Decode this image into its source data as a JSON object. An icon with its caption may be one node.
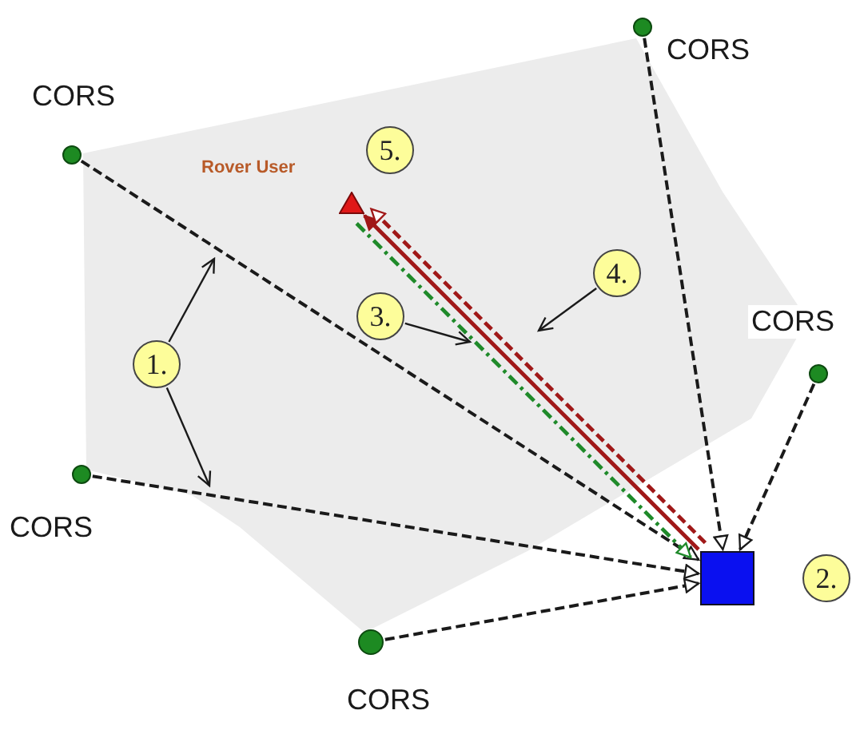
{
  "diagram": {
    "nodes": [
      {
        "text": [],
        "shape": "circle",
        "beside": [
          "CORS"
        ]
      },
      {
        "text": [],
        "shape": "circle",
        "beside": [
          "CORS"
        ]
      },
      {
        "text": [],
        "shape": "circle",
        "beside": [
          "CORS"
        ]
      },
      {
        "text": [],
        "shape": "circle",
        "beside": [
          "CORS"
        ]
      },
      {
        "text": [],
        "shape": "circle",
        "beside": [
          "CORS"
        ]
      },
      {
        "text": [],
        "shape": "box"
      },
      {
        "text": [],
        "shape": "triangle",
        "beside": [
          "Rover User"
        ]
      },
      {
        "text": [
          "1."
        ]
      },
      {
        "text": [
          "3."
        ]
      },
      {
        "text": [
          "4."
        ]
      },
      {
        "text": [
          "2."
        ]
      },
      {
        "text": [
          "5."
        ]
      }
    ],
    "edges": [
      {
        "from": 0,
        "to": 5,
        "arrow": "to",
        "style": "dashed"
      },
      {
        "from": 1,
        "to": 5,
        "arrow": "to",
        "style": "dashed"
      },
      {
        "from": 2,
        "to": 5,
        "arrow": "to",
        "style": "dashed"
      },
      {
        "from": 3,
        "to": 5,
        "arrow": "to",
        "style": "dashed"
      },
      {
        "from": 4,
        "to": 5,
        "arrow": "to",
        "style": "dashed"
      },
      {
        "from": 5,
        "to": 6,
        "arrow": "to",
        "color": "#a01818"
      },
      {
        "from": 5,
        "to": 6,
        "arrow": "to",
        "style": "dashed",
        "color": "#a01818"
      },
      {
        "from": 6,
        "to": 5,
        "arrow": "to",
        "style": "dashed",
        "color": "#1f8a2a"
      },
      {
        "from": 7,
        "to": null,
        "arrow": "to"
      },
      {
        "from": 7,
        "to": null,
        "arrow": "to"
      },
      {
        "from": 8,
        "to": null,
        "arrow": "to"
      },
      {
        "from": 9,
        "to": null,
        "arrow": "to"
      }
    ]
  }
}
